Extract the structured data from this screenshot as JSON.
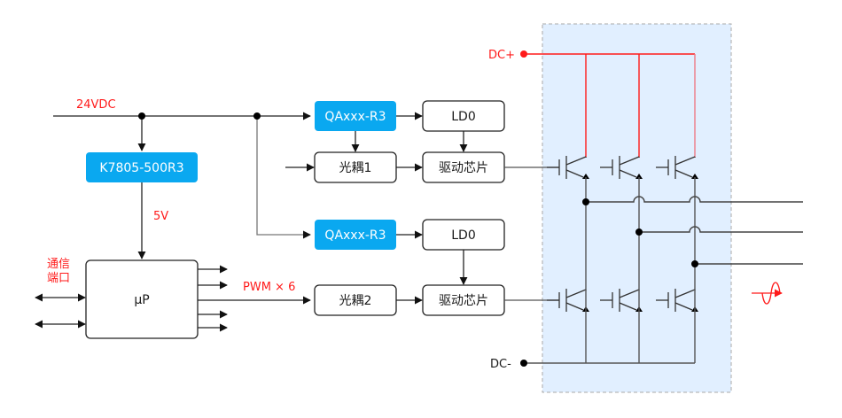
{
  "diagram": {
    "title": "",
    "colors": {
      "accent_box": "#0aa8f0",
      "red": "#ff1a1a",
      "panel_fill": "#e1efff",
      "panel_border": "#aaaaaa",
      "wire": "#333333"
    },
    "labels": {
      "supply": "24VDC",
      "five_volt": "5V",
      "comm_port_line1": "通信",
      "comm_port_line2": "端口",
      "pwm": "PWM × 6",
      "dc_plus": "DC+",
      "dc_minus": "DC-"
    },
    "nodes": {
      "regulator": "K7805-500R3",
      "mcu": "μP",
      "dcdc_1": "QAxxx-R3",
      "ldo_1": "LD0",
      "optocoupler_1": "光耦1",
      "driver_1": "驱动芯片",
      "dcdc_2": "QAxxx-R3",
      "ldo_2": "LD0",
      "optocoupler_2": "光耦2",
      "driver_2": "驱动芯片"
    },
    "igbt_bridge": {
      "upper_switches": 3,
      "lower_switches": 3,
      "phase_outputs": 3
    },
    "icons": {
      "ac_output": "sine-wave-arrow-icon"
    }
  }
}
